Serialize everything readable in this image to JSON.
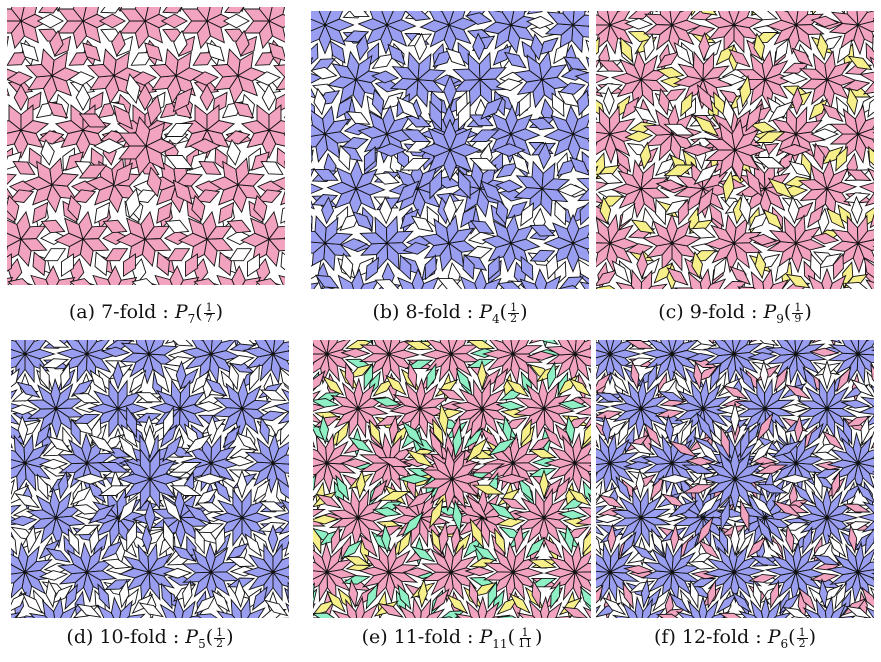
{
  "panels": [
    {
      "id": "a",
      "label": "(a)",
      "fold": "7-fold",
      "colon": ":",
      "sym": "P",
      "sub": "7",
      "num": "1",
      "den": "7",
      "n": 7,
      "colors": [
        "#f2a3c0",
        "#ffffff",
        "#f2a3c0"
      ],
      "star": "#f2a3c0"
    },
    {
      "id": "b",
      "label": "(b)",
      "fold": "8-fold",
      "colon": ":",
      "sym": "P",
      "sub": "4",
      "num": "1",
      "den": "2",
      "n": 8,
      "colors": [
        "#9a9ef0",
        "#ffffff",
        "#9a9ef0"
      ],
      "star": "#9a9ef0"
    },
    {
      "id": "c",
      "label": "(c)",
      "fold": "9-fold",
      "colon": ":",
      "sym": "P",
      "sub": "9",
      "num": "1",
      "den": "9",
      "n": 9,
      "colors": [
        "#f7ef8a",
        "#ffffff",
        "#f2a3c0"
      ],
      "star": "#f2a3c0"
    },
    {
      "id": "d",
      "label": "(d)",
      "fold": "10-fold",
      "colon": ":",
      "sym": "P",
      "sub": "5",
      "num": "1",
      "den": "2",
      "n": 10,
      "colors": [
        "#9a9ef0",
        "#ffffff",
        "#ffffff"
      ],
      "star": "#9a9ef0"
    },
    {
      "id": "e",
      "label": "(e)",
      "fold": "11-fold",
      "colon": ":",
      "sym": "P",
      "sub": "11",
      "num": "1",
      "den": "11",
      "n": 11,
      "colors": [
        "#8ef0c4",
        "#f7ef8a",
        "#f2a3c0"
      ],
      "star": "#f2a3c0"
    },
    {
      "id": "f",
      "label": "(f)",
      "fold": "12-fold",
      "colon": ":",
      "sym": "P",
      "sub": "6",
      "num": "1",
      "den": "2",
      "n": 12,
      "colors": [
        "#f2a3c0",
        "#9a9ef0",
        "#ffffff"
      ],
      "star": "#9a9ef0"
    }
  ]
}
